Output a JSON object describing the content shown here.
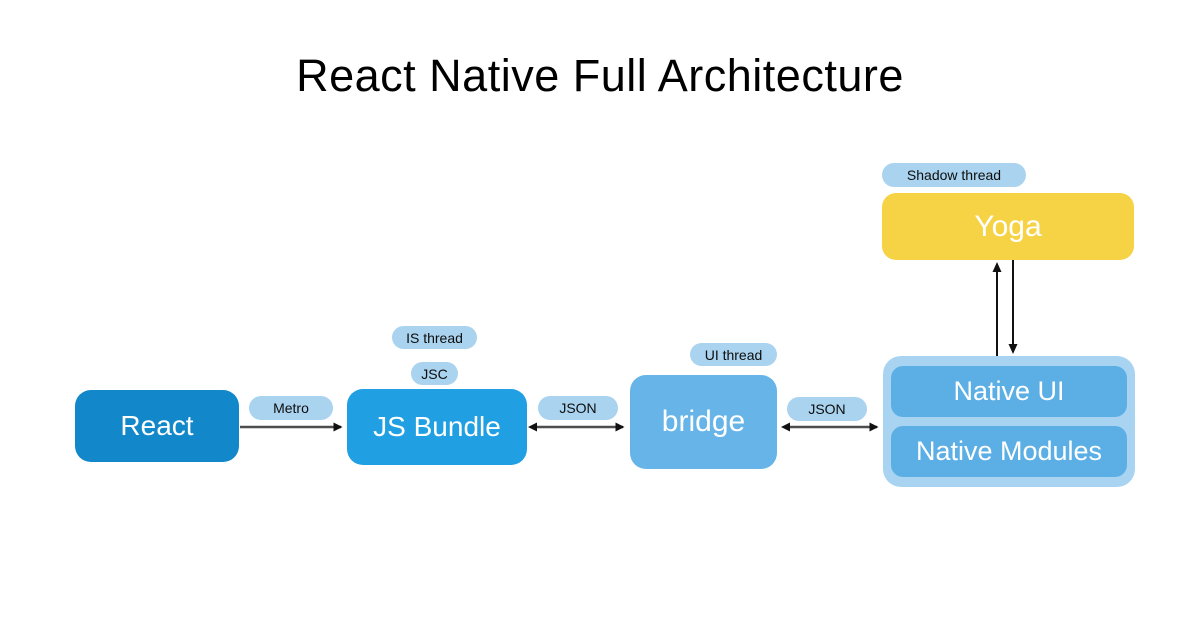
{
  "title": "React Native Full Architecture",
  "diagram": {
    "nodes": {
      "react": {
        "label": "React"
      },
      "js_bundle": {
        "label": "JS Bundle"
      },
      "bridge": {
        "label": "bridge"
      },
      "yoga": {
        "label": "Yoga"
      },
      "native_ui": {
        "label": "Native UI"
      },
      "native_modules": {
        "label": "Native Modules"
      }
    },
    "labels": {
      "metro": "Metro",
      "is_thread": "IS thread",
      "jsc": "JSC",
      "json_left": "JSON",
      "ui_thread": "UI thread",
      "json_right": "JSON",
      "shadow_thread": "Shadow thread"
    },
    "colors": {
      "react_box": "#1287c9",
      "js_bundle_box": "#20a0e3",
      "bridge_box": "#67b5e8",
      "yoga_box": "#f6d345",
      "native_container": "#a8d4f2",
      "native_inner_box": "#5cafe4",
      "label_pill": "#a9d3ef",
      "arrow_line": "#4d4d4d",
      "arrow_head": "#111111",
      "title_text": "#000000"
    }
  }
}
